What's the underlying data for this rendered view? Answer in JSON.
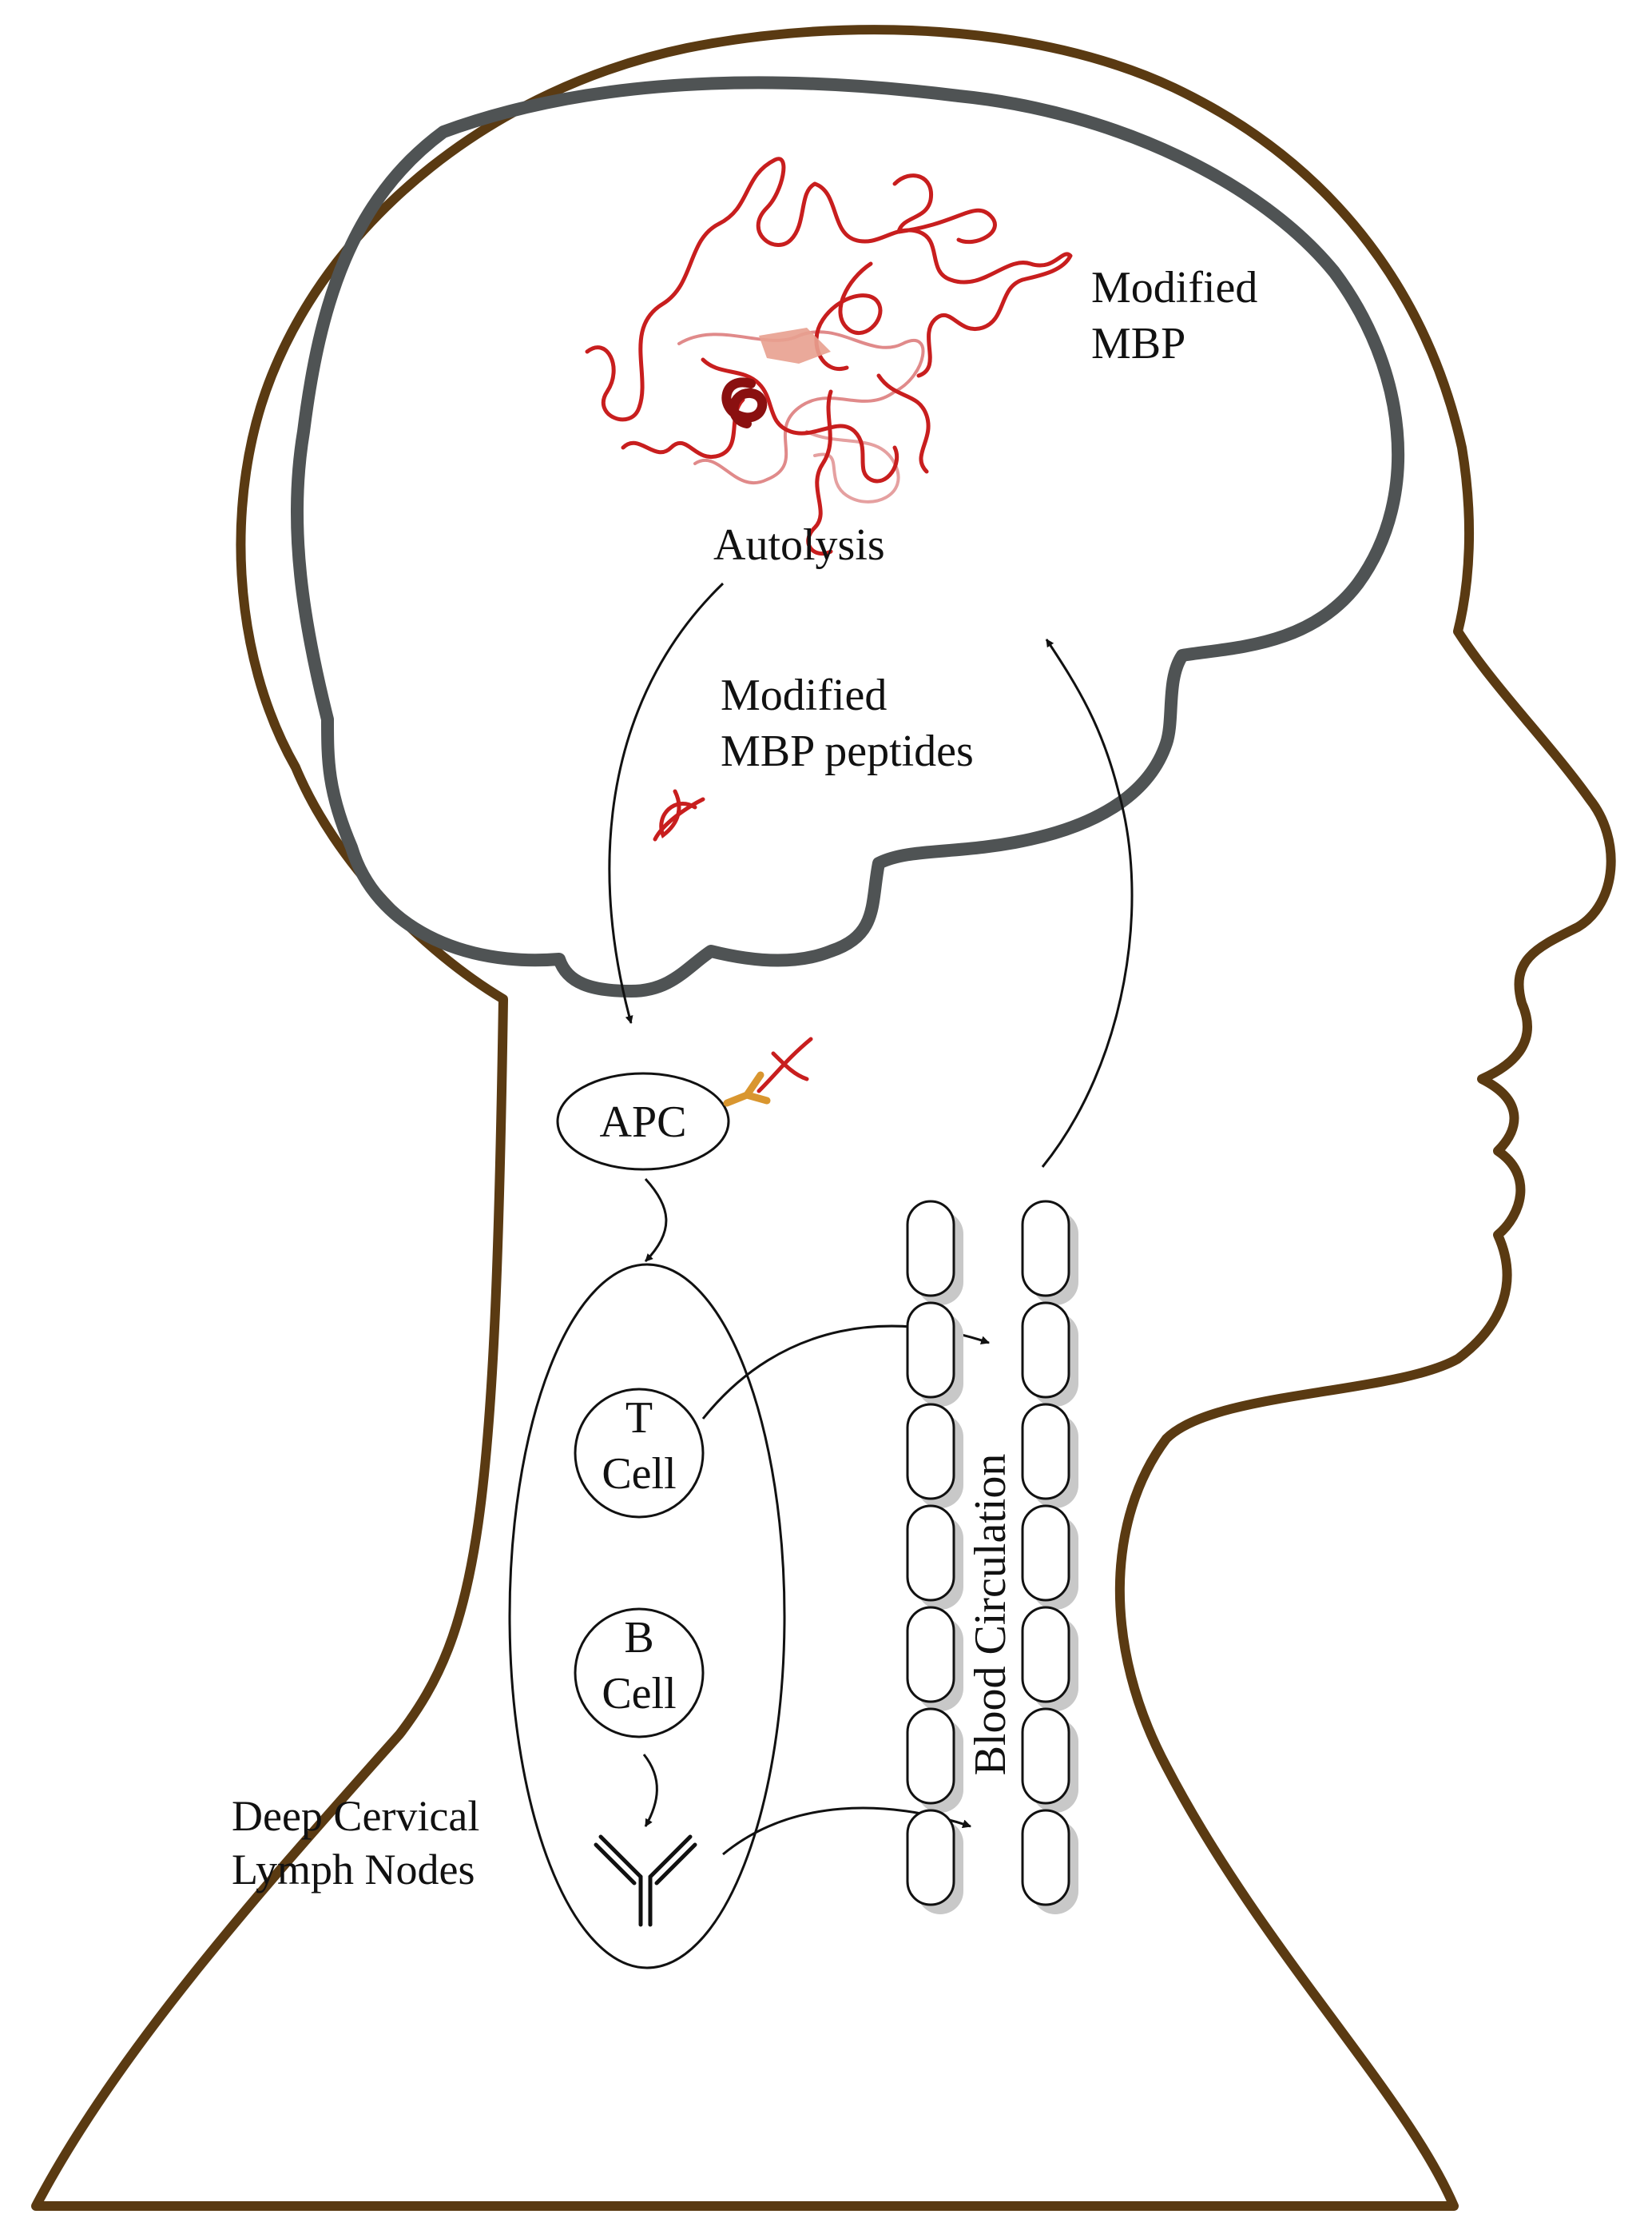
{
  "labels": {
    "modified_mbp_1": "Modified",
    "modified_mbp_2": "MBP",
    "autolysis": "Autolysis",
    "peptides_1": "Modified",
    "peptides_2": "MBP peptides",
    "apc": "APC",
    "t_cell_1": "T",
    "t_cell_2": "Cell",
    "b_cell_1": "B",
    "b_cell_2": "Cell",
    "lymph_1": "Deep Cervical",
    "lymph_2": "Lymph Nodes",
    "blood": "Blood Circulation"
  },
  "colors": {
    "head_outline": "#5a3a12",
    "brain_outline": "#4f5354",
    "protein": "#c81e1e",
    "receptor": "#d9962f",
    "ink": "#111111",
    "vessel_shadow": "#c8c8c8"
  },
  "icons": {
    "antibody": "antibody-icon",
    "protein": "protein-structure-icon",
    "peptide": "peptide-icon",
    "receptor": "receptor-icon"
  }
}
